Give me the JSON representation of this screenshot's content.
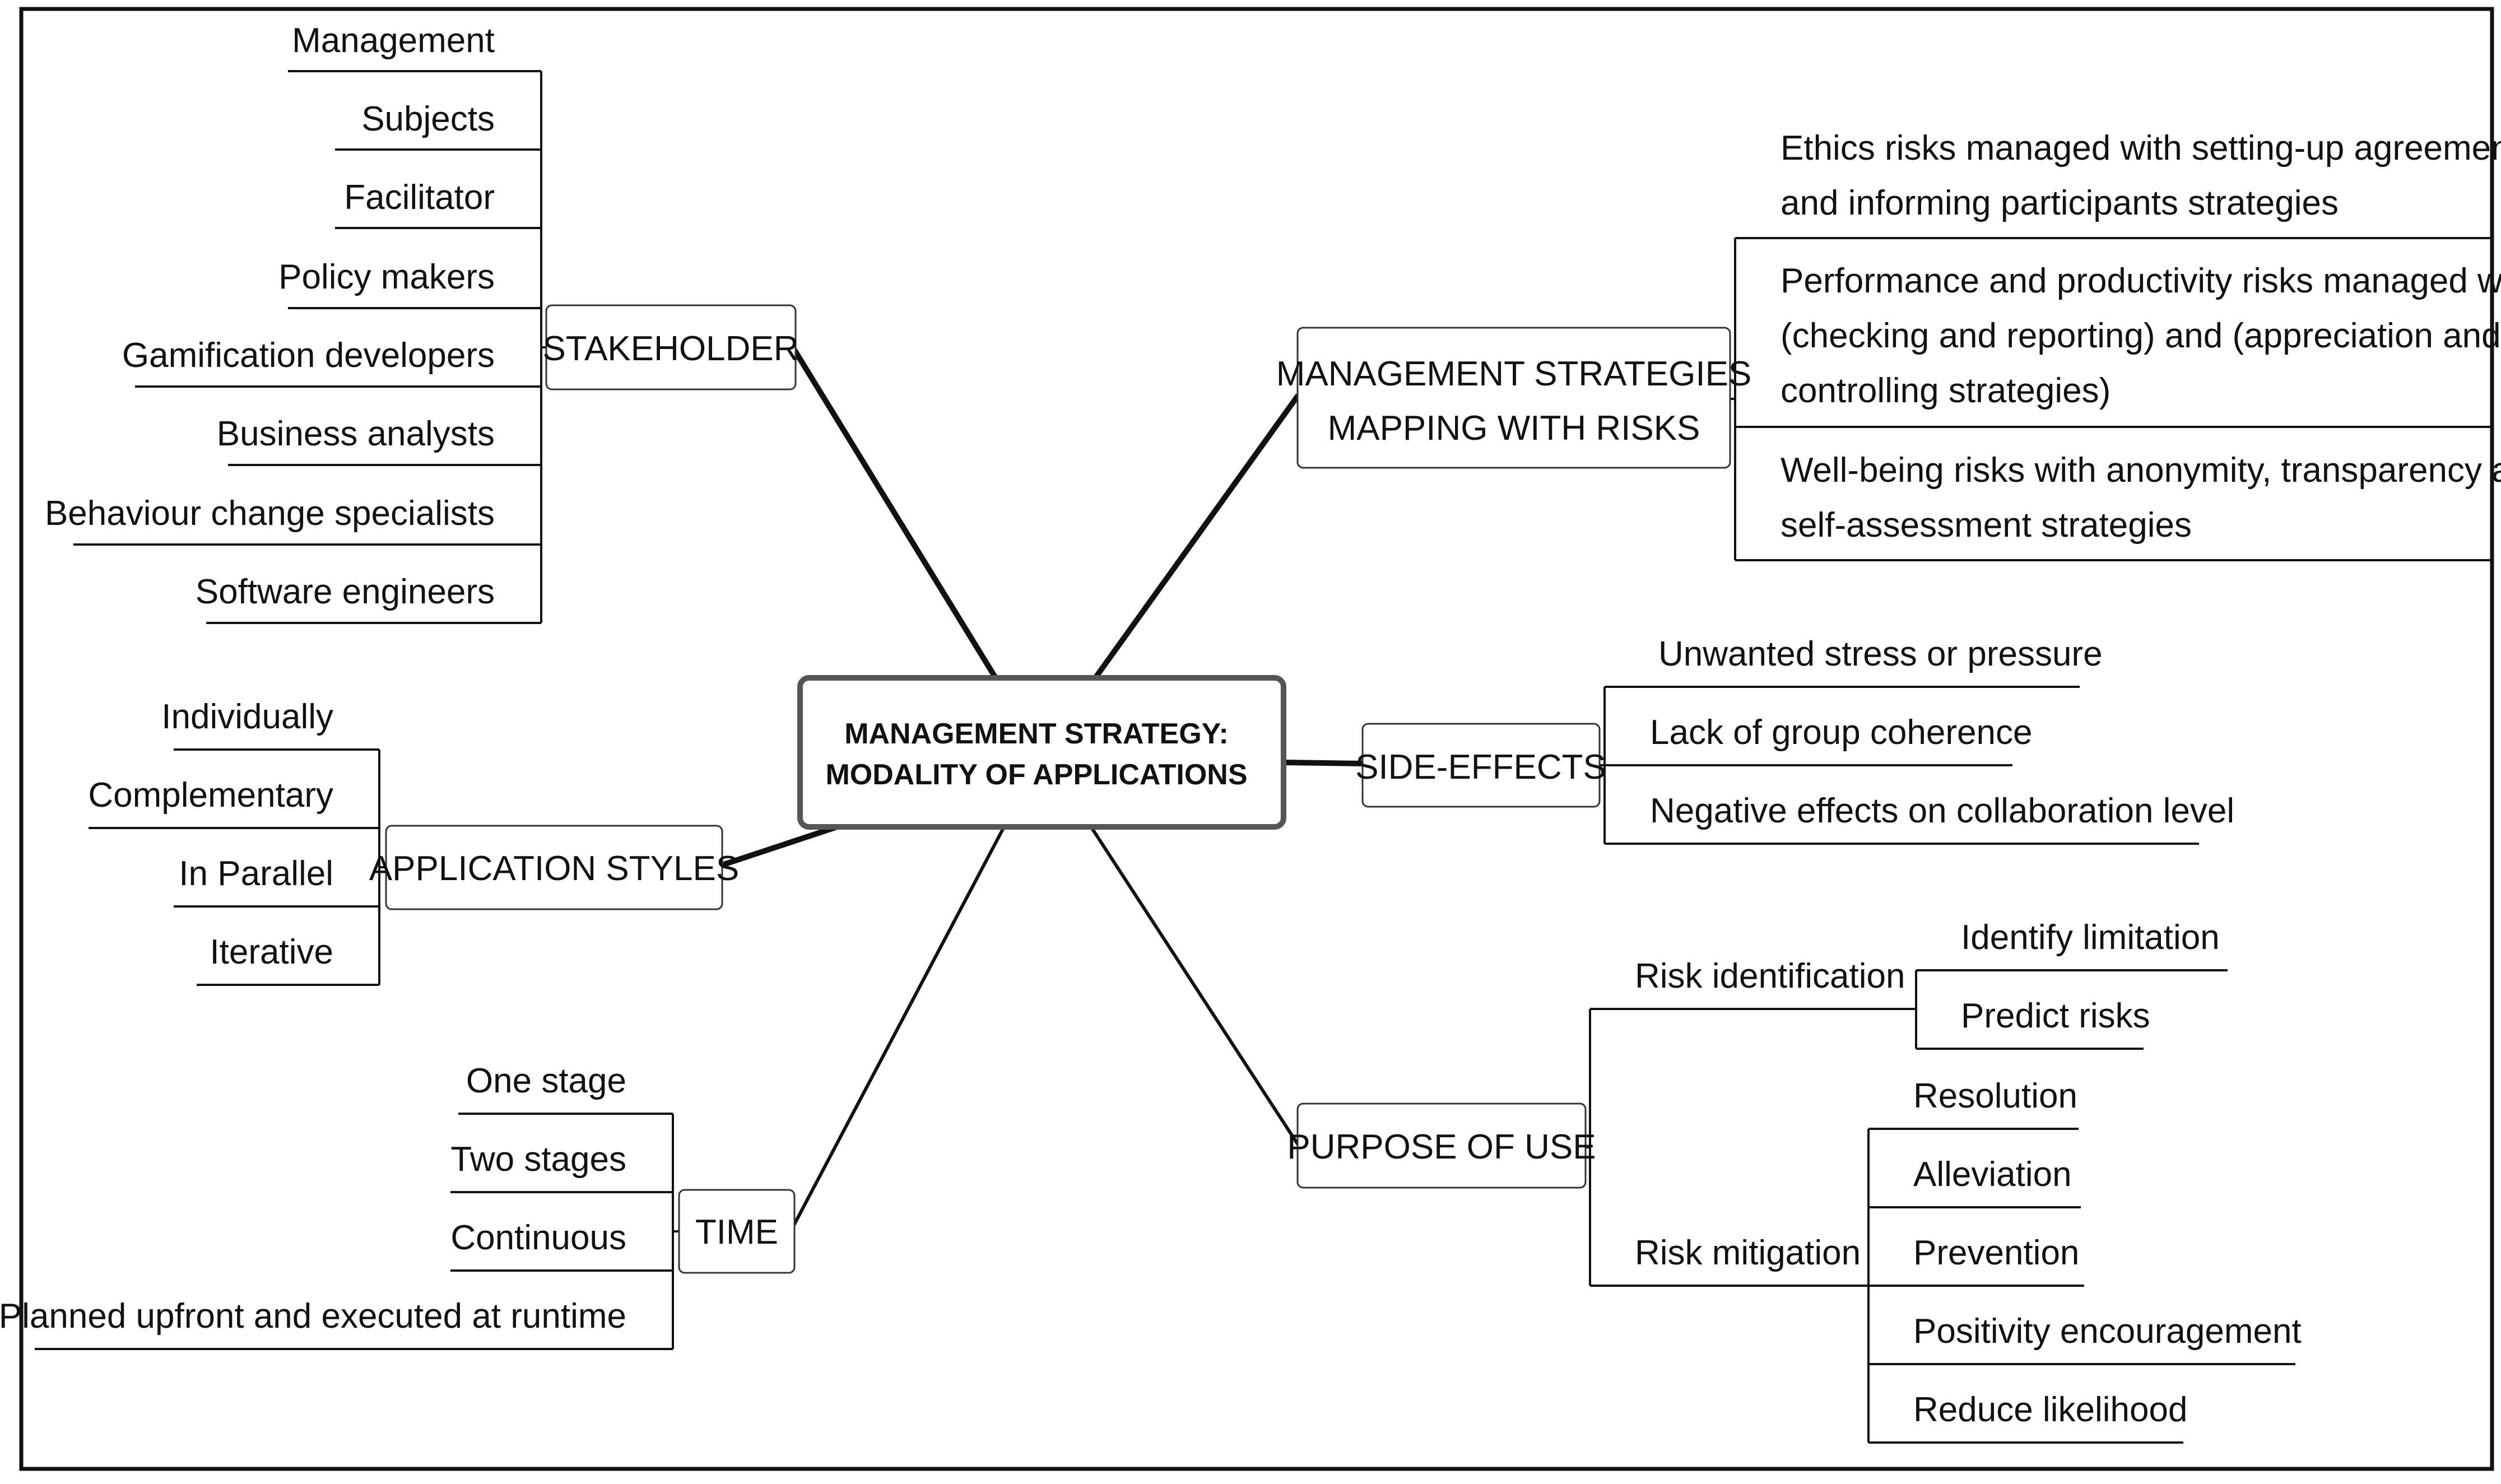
{
  "center": {
    "line1": "MANAGEMENT STRATEGY:",
    "line2": "MODALITY OF APPLICATIONS"
  },
  "stakeholder": {
    "label": "STAKEHOLDER",
    "items": [
      "Management",
      "Subjects",
      "Facilitator",
      "Policy makers",
      "Gamification developers",
      "Business analysts",
      "Behaviour change specialists",
      "Software engineers"
    ]
  },
  "application_styles": {
    "label": "APPLICATION STYLES",
    "items": [
      "Individually",
      "Complementary",
      "In Parallel",
      "Iterative"
    ]
  },
  "time": {
    "label": "TIME",
    "items": [
      "One stage",
      "Two stages",
      "Continuous",
      "Planned upfront and executed at runtime"
    ]
  },
  "management_strategies": {
    "line1": "MANAGEMENT STRATEGIES",
    "line2": "MAPPING WITH RISKS",
    "items": [
      {
        "lines": [
          "Ethics risks managed with setting-up agreements",
          "and informing participants strategies"
        ]
      },
      {
        "lines": [
          "Performance and productivity risks managed with",
          "(checking and reporting) and (appreciation and",
          "controlling strategies)"
        ]
      },
      {
        "lines": [
          "Well-being risks with anonymity, transparency and",
          "self-assessment strategies"
        ]
      }
    ]
  },
  "side_effects": {
    "label": "SIDE-EFFECTS",
    "items": [
      "Unwanted stress or pressure",
      "Lack of group coherence",
      "Negative effects on collaboration level"
    ]
  },
  "purpose_of_use": {
    "label": "PURPOSE OF USE",
    "risk_identification": {
      "label": "Risk identification",
      "items": [
        "Identify limitation",
        "Predict risks"
      ]
    },
    "risk_mitigation": {
      "label": "Risk mitigation",
      "items": [
        "Resolution",
        "Alleviation",
        "Prevention",
        "Positivity encouragement",
        "Reduce likelihood"
      ]
    }
  }
}
